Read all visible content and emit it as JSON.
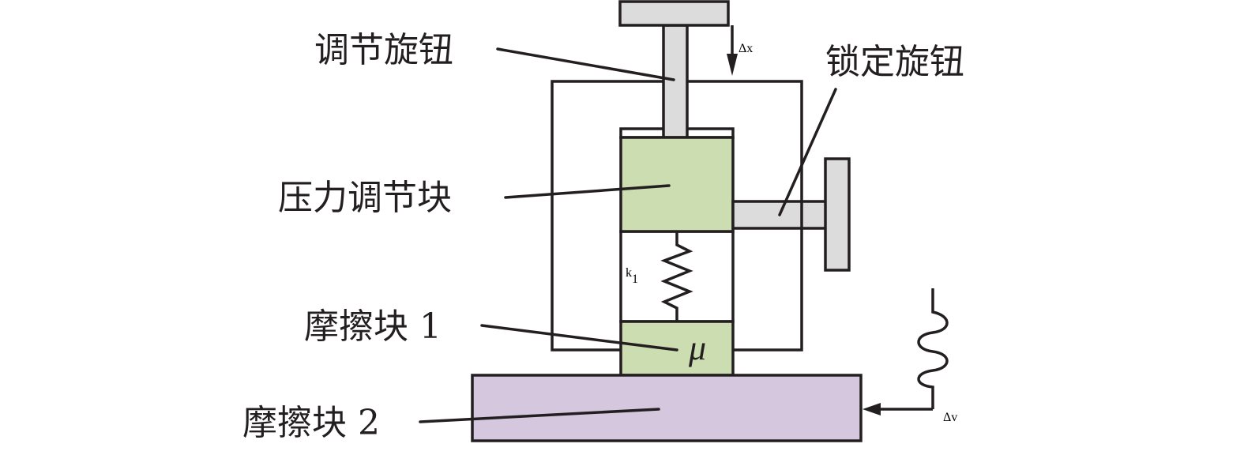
{
  "figure": {
    "colors": {
      "outline": "#231f20",
      "knob_fill": "#dcdcdc",
      "pressure_block_fill": "#cbddb1",
      "friction_block_1_fill": "#cbddb1",
      "friction_block_2_fill": "#d5c8de",
      "background": "#ffffff"
    },
    "labels": {
      "adjust_knob": "调节旋钮",
      "lock_knob": "锁定旋钮",
      "pressure_block": "压力调节块",
      "friction_block_1": "摩擦块 1",
      "friction_block_2": "摩擦块 2"
    },
    "symbols": {
      "delta_x_delta": "Δ",
      "delta_x_var": "x",
      "spring_k": "k",
      "spring_k_sub": "1",
      "friction_coef": "μ",
      "delta_v_delta": "Δ",
      "delta_v_var": "v"
    }
  }
}
